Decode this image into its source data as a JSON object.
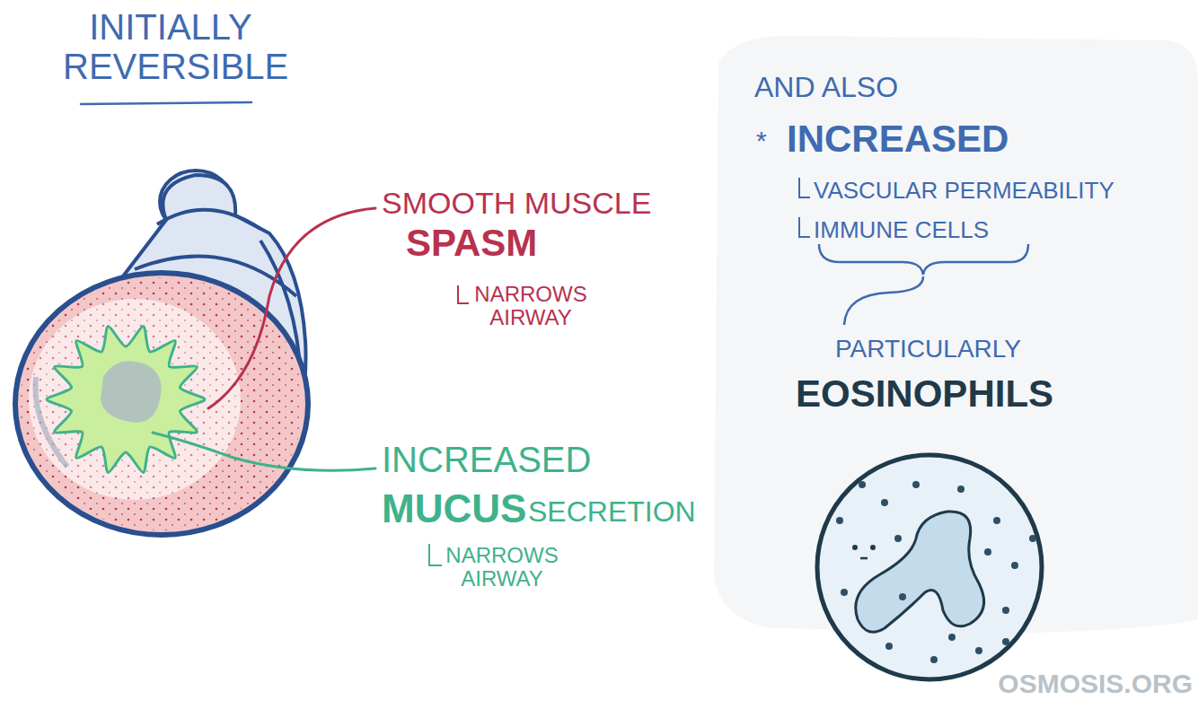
{
  "diagram": {
    "title": "INITIALLY REVERSIBLE",
    "labels": [
      "SMOOTH MUSCLE",
      "SPASM",
      "NARROWS AIRWAY",
      "INCREASED",
      "MUCUS",
      "SECRETION",
      "NARROWS AIRWAY",
      "AND ALSO",
      "*",
      "INCREASED",
      "VASCULAR PERMEABILITY",
      "IMMUNE CELLS",
      "PARTICULARLY",
      "EOSINOPHILS",
      "OSMOSIS.ORG"
    ]
  }
}
